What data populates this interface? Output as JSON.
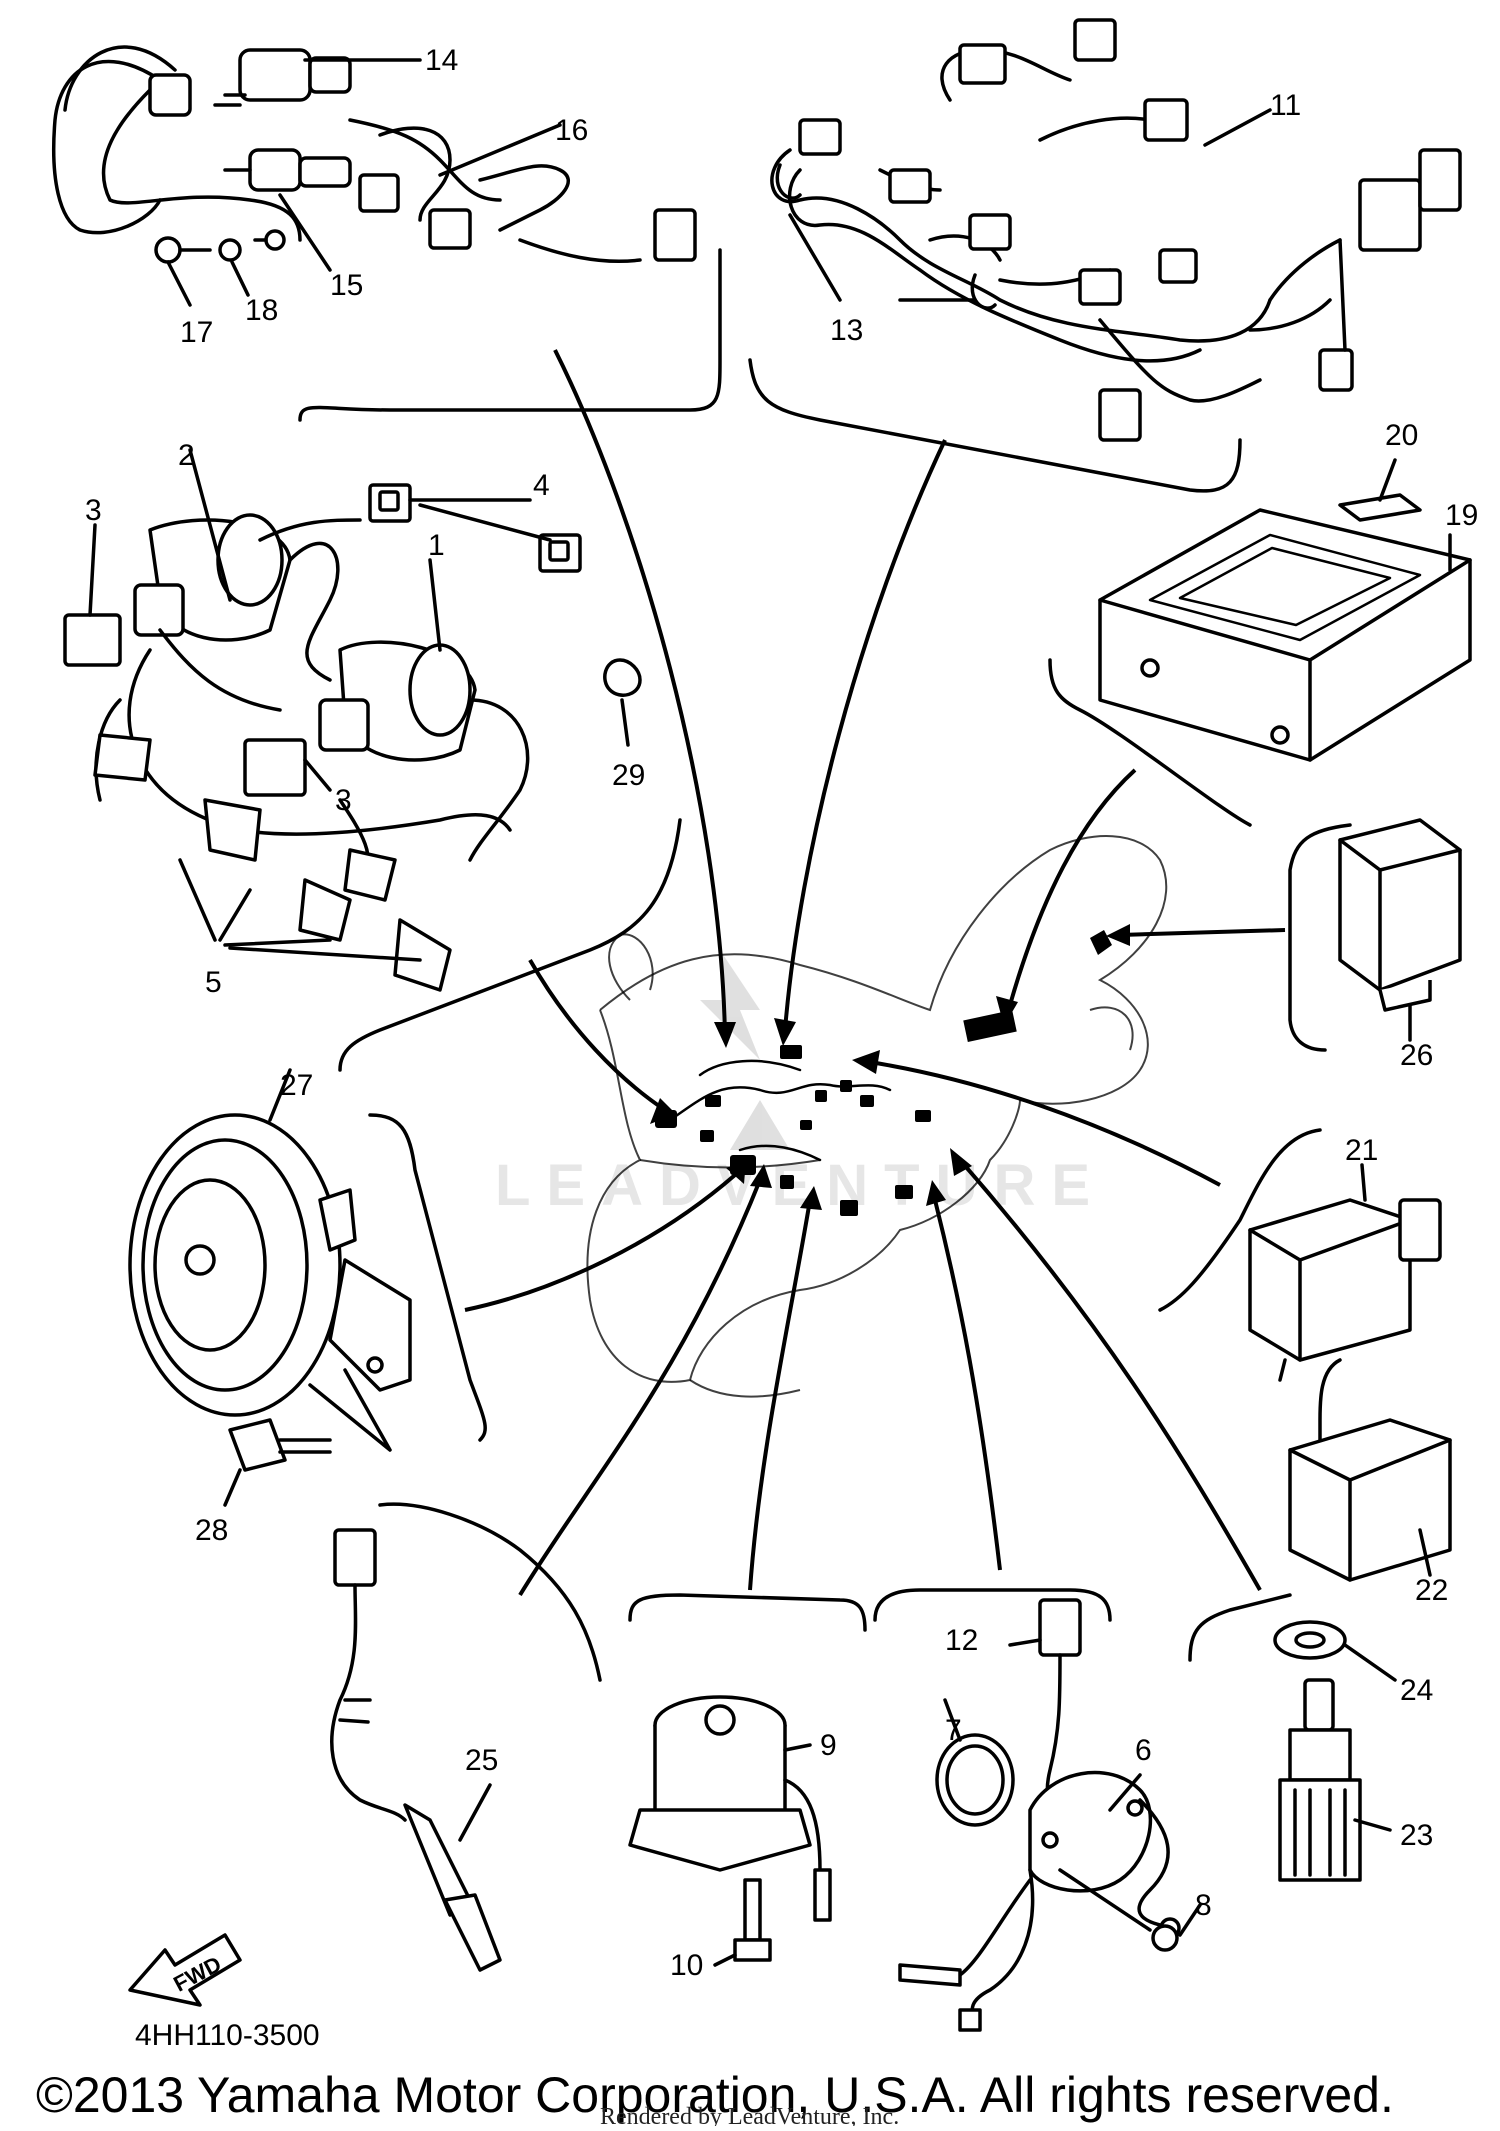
{
  "diagram": {
    "part_code": "4HH110-3500",
    "copyright": "©2013 Yamaha Motor Corporation, U.S.A. All rights reserved.",
    "rendered_by": "Rendered by LeadVenture, Inc.",
    "watermark": "LEADVENTURE",
    "fwd_label": "FWD",
    "callouts": {
      "c1": "1",
      "c2": "2",
      "c3a": "3",
      "c3b": "3",
      "c4": "4",
      "c5": "5",
      "c6": "6",
      "c7": "7",
      "c8": "8",
      "c9": "9",
      "c10": "10",
      "c11": "11",
      "c12": "12",
      "c13": "13",
      "c14": "14",
      "c15": "15",
      "c16": "16",
      "c17": "17",
      "c18": "18",
      "c19": "19",
      "c20": "20",
      "c21": "21",
      "c22": "22",
      "c23": "23",
      "c24": "24",
      "c25": "25",
      "c26": "26",
      "c27": "27",
      "c28": "28",
      "c29": "29"
    }
  }
}
